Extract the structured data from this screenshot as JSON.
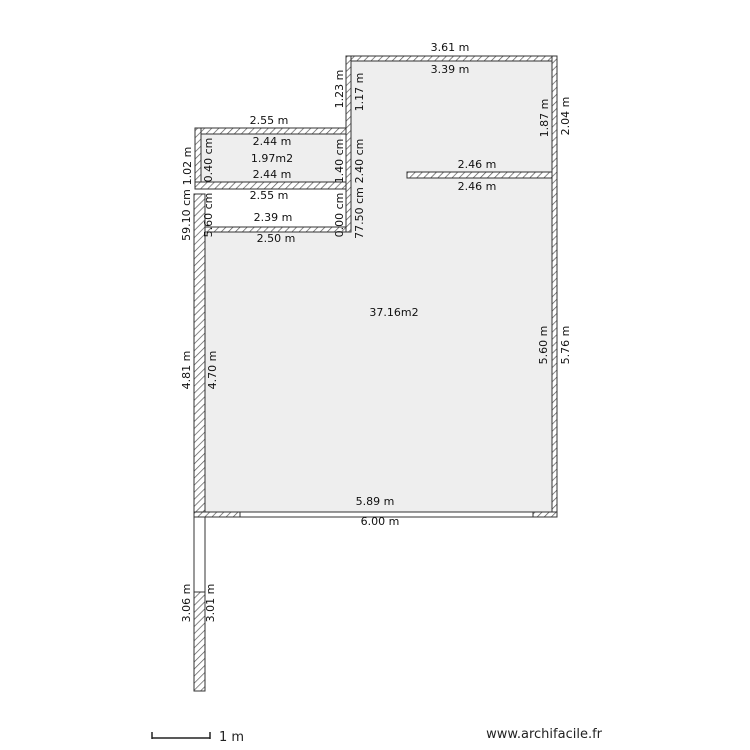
{
  "plan": {
    "area_labels": {
      "main_room": "37.16m2",
      "small_room": "1.97m2"
    },
    "dimensions": {
      "top_outer": "3.61 m",
      "top_inner": "3.39 m",
      "upper_left_outer": "1.23 m",
      "upper_left_inner": "1.17 m",
      "right_upper_inner": "1.87 m",
      "right_upper_outer": "2.04 m",
      "small_top_outer": "2.55 m",
      "small_top_inner": "2.44 m",
      "small_bottom_inner": "2.44 m",
      "small_bottom_outer": "2.55 m",
      "small_left_outer": "1.02 m",
      "small_left_inner": "0.40 cm",
      "small_right_a": "1.40 cm",
      "small_right_b": "2.40 cm",
      "partition_top": "2.46 m",
      "partition_bottom": "2.46 m",
      "corridor_top": "2.39 m",
      "corridor_bottom": "2.50 m",
      "left_a": "59.10 cm",
      "left_b": "5.60 cm",
      "right_c": "0.00 cm",
      "right_d": "77.50 cm",
      "left_outer": "4.81 m",
      "left_inner": "4.70 m",
      "right_inner": "5.60 m",
      "right_outer": "5.76 m",
      "bottom_inner": "5.89 m",
      "bottom_outer": "6.00 m",
      "stub_outer": "3.06 m",
      "stub_inner": "3.01 m"
    }
  },
  "scale": {
    "label": "1 m"
  },
  "footer": {
    "site": "www.archifacile.fr"
  }
}
